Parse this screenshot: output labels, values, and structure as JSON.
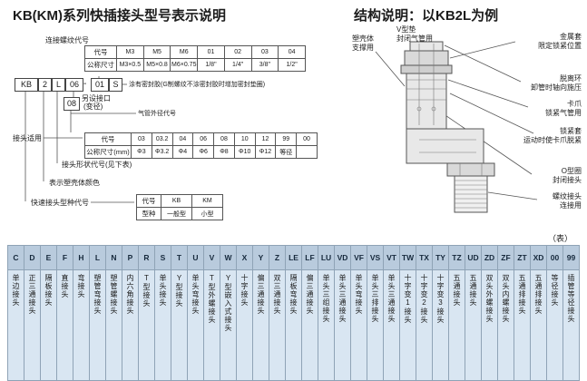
{
  "titles": {
    "left": "KB(KM)系列快插接头型号表示说明",
    "right": "结构说明：以KB2L为例",
    "table_note": "（表）"
  },
  "model_code": {
    "boxes": [
      "KB",
      "2",
      "L",
      "06",
      "01",
      "S"
    ],
    "dash": "-",
    "alt_port_code": "08"
  },
  "left_labels": {
    "thread_label": "连接螺纹代号",
    "sealant": "涂有密封胶(G制螺纹不涂密封胶时增加密封垫圈)",
    "alt_port": "另设接口",
    "alt_port_sub": "(变径)",
    "tube_od_label": "气管外径代号",
    "applicable_label": "接头适用",
    "shape_label": "接头形状代号(见下表)",
    "color_label": "表示塑壳体颜色",
    "series_label": "快速接头型种代号"
  },
  "thread_table": {
    "row1_header": "代号",
    "row2_header": "公称尺寸",
    "codes": [
      "M3",
      "M5",
      "M6",
      "01",
      "02",
      "03",
      "04"
    ],
    "sizes": [
      "M3×0.5",
      "M5×0.8",
      "M6×0.75",
      "1/8\"",
      "1/4\"",
      "3/8\"",
      "1/2\""
    ]
  },
  "tube_table": {
    "row1_header": "代号",
    "row2_header": "公称尺寸(mm)",
    "codes": [
      "03",
      "03.2",
      "04",
      "06",
      "08",
      "10",
      "12",
      "99",
      "00"
    ],
    "sizes": [
      "Φ3",
      "Φ3.2",
      "Φ4",
      "Φ6",
      "Φ8",
      "Φ10",
      "Φ12",
      "等径",
      ""
    ]
  },
  "series_table": {
    "row1_header": "代号",
    "row2_header": "型种",
    "codes": [
      "KB",
      "KM"
    ],
    "types": [
      "一般型",
      "小型"
    ]
  },
  "structure_labels": [
    {
      "name": "塑壳体",
      "desc": "支撑用"
    },
    {
      "name": "V型垫",
      "desc": "封闭气管用"
    },
    {
      "name": "金属套",
      "desc": "限定锁紧位置"
    },
    {
      "name": "脱离环",
      "desc": "卸管时轴向施压"
    },
    {
      "name": "卡爪",
      "desc": "锁紧气管用"
    },
    {
      "name": "锁紧套",
      "desc": "运动时使卡爪脱紧"
    },
    {
      "name": "O型圈",
      "desc": "封闭接头"
    },
    {
      "name": "螺纹接头",
      "desc": "连接用"
    }
  ],
  "shape_table": {
    "columns": [
      {
        "code": "C",
        "desc": "单边接头"
      },
      {
        "code": "D",
        "desc": "正三通接头"
      },
      {
        "code": "E",
        "desc": "隔板接头"
      },
      {
        "code": "F",
        "desc": "直接头"
      },
      {
        "code": "H",
        "desc": "弯接头"
      },
      {
        "code": "L",
        "desc": "塑管弯接头"
      },
      {
        "code": "N",
        "desc": "塑管螺接头"
      },
      {
        "code": "P",
        "desc": "内六角接头"
      },
      {
        "code": "R",
        "desc": "T型接头"
      },
      {
        "code": "S",
        "desc": "单头接头"
      },
      {
        "code": "T",
        "desc": "Y型接头"
      },
      {
        "code": "U",
        "desc": "单头弯接头"
      },
      {
        "code": "V",
        "desc": "T型外螺接头"
      },
      {
        "code": "W",
        "desc": "Y型嵌入式接头"
      },
      {
        "code": "X",
        "desc": "十字接头"
      },
      {
        "code": "Y",
        "desc": "偏三通接头"
      },
      {
        "code": "Z",
        "desc": "双三通接头"
      },
      {
        "code": "LE",
        "desc": "隔板弯接头"
      },
      {
        "code": "LF",
        "desc": "偏三通接头"
      },
      {
        "code": "LU",
        "desc": "单头三组接头"
      },
      {
        "code": "VD",
        "desc": "单头三通接头"
      },
      {
        "code": "VF",
        "desc": "单头弯接头"
      },
      {
        "code": "VS",
        "desc": "单头三排接头"
      },
      {
        "code": "VT",
        "desc": "单头三通接头"
      },
      {
        "code": "TW",
        "desc": "十字变1接头"
      },
      {
        "code": "TX",
        "desc": "十字变2接头"
      },
      {
        "code": "TY",
        "desc": "十字变3接头"
      },
      {
        "code": "TZ",
        "desc": "五通接头"
      },
      {
        "code": "UD",
        "desc": "五通接头"
      },
      {
        "code": "ZD",
        "desc": "双头外螺接头"
      },
      {
        "code": "ZF",
        "desc": "双头内螺接头"
      },
      {
        "code": "ZT",
        "desc": "五通排接头"
      },
      {
        "code": "XD",
        "desc": "五通排接头"
      },
      {
        "code": "00",
        "desc": "等径接头"
      },
      {
        "code": "99",
        "desc": "插管等径接头"
      }
    ]
  }
}
